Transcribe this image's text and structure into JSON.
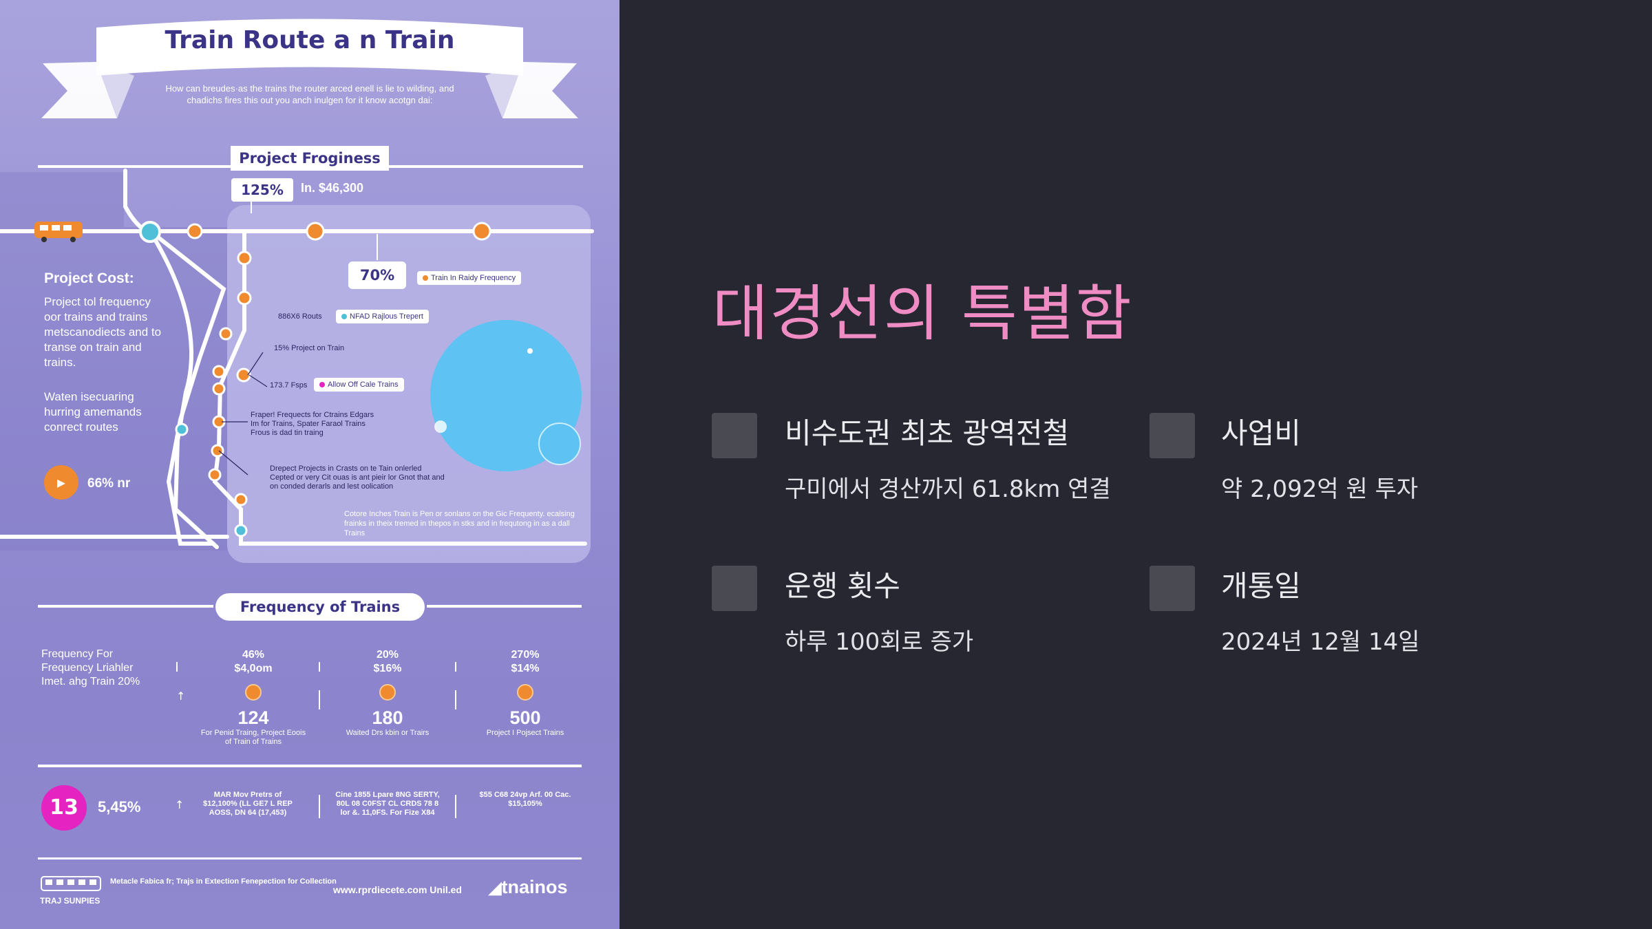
{
  "infographic": {
    "title": "Train Route a n Train",
    "subtitle": "How can breudes·as the trains the router arced enell is lie to wilding, and chadichs fires this out you anch inulgen for it know acotgn dai:",
    "progress_label": "Project Froginess",
    "progress_pct": "125%",
    "progress_cost": "In. $46,300",
    "pct_70": "70%",
    "tag_frequency": "Train In Raidy Frequency",
    "route_label": "886X6 Routs",
    "tag_nfad": "NFAD Rajlous Trepert",
    "note_project_train": "15% Project on Train",
    "fps_label": "173.7 Fsps",
    "tag_allow": "Allow Off Cale Trains",
    "note_frequent": "Fraper! Frequects for Ctrains Edgars Im for Trains, Spater Faraol Trains Frous is dad tin traing",
    "note_drepect": "Drepect Projects in Crasts on te Tain onlerled Cepted or very Cit ouas is ant pieir lor Gnot that and on conded derarls and lest oolication",
    "note_bottom": "Cotore Inches Train is Pen or sonlans on the Gic Frequenty. ecalsing frainks in theix tremed in thepos in stks and in frequtong in as a dall Trains",
    "cost_heading": "Project Cost:",
    "cost_text": "Project tol frequency oor trains and trains metscanodiects and to transe on train and trains.",
    "warn_text": "Waten isecuaring hurring amemands conrect routes",
    "mega_value": "66% nr",
    "freq_heading": "Frequency of Trains",
    "freq_left": "Frequency For Frequency Lriahler Imet. ahg Train 20%",
    "columns": [
      {
        "pct": "46%",
        "amount": "$4,0om",
        "big": "124",
        "small": "For Penid Traing, Project Eoois of Train of Trains"
      },
      {
        "pct": "20%",
        "amount": "$16%",
        "big": "180",
        "small": "Waited Drs kbin or Trairs"
      },
      {
        "pct": "270%",
        "amount": "$14%",
        "big": "500",
        "small": "Project I Pojsect Trains"
      }
    ],
    "magenta_badge": "13",
    "magenta_value": "5,45%",
    "bottom_cols": [
      "MAR Mov Pretrs of $12,100% (LL GE7 L REP AOSS, DN 64 (17,453)",
      "Cine 1855 Lpare 8NG SERTY, 80L 08 C0FST CL CRDS 78 8 lor &. 11,0FS. For Fize X84",
      "$55 C68 24vp Arf. 00 Cac. $15,105%"
    ],
    "footer_logo": "TRAJ SUNPIES",
    "footer_desc": "Metacle Fabica fr; Trajs in Extection Fenepection for Collection",
    "footer_url": "www.rprdiecete.com Unil.ed",
    "footer_brand": "tnainos",
    "colors": {
      "accent_orange": "#f08a2e",
      "title_purple": "#3b3486",
      "magenta": "#e423c1",
      "lake_blue": "#5ec3f2"
    }
  },
  "slide": {
    "heading": "대경선의 특별함",
    "features": [
      {
        "title": "비수도권 최초 광역전철",
        "desc": "구미에서 경산까지 61.8km 연결"
      },
      {
        "title": "사업비",
        "desc": "약 2,092억 원 투자"
      },
      {
        "title": "운행 횟수",
        "desc": "하루 100회로 증가"
      },
      {
        "title": "개통일",
        "desc": "2024년 12월 14일"
      }
    ],
    "colors": {
      "background": "#262731",
      "heading": "#f08cc4",
      "box": "#4a4a52"
    }
  }
}
